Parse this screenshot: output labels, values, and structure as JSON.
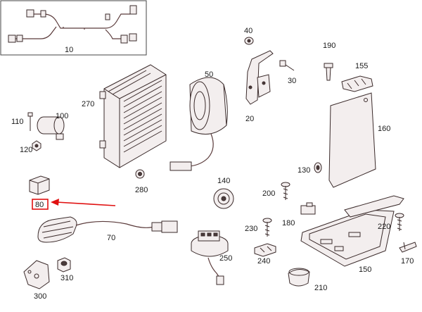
{
  "labels": {
    "p10": "10",
    "p20": "20",
    "p30": "30",
    "p40": "40",
    "p50": "50",
    "p70": "70",
    "p80": "80",
    "p100": "100",
    "p110": "110",
    "p120": "120",
    "p130": "130",
    "p140": "140",
    "p150": "150",
    "p155": "155",
    "p160": "160",
    "p170": "170",
    "p180": "180",
    "p190": "190",
    "p200": "200",
    "p210": "210",
    "p220": "220",
    "p230": "230",
    "p240": "240",
    "p250": "250",
    "p270": "270",
    "p280": "280",
    "p300": "300",
    "p310": "310"
  },
  "highlight": {
    "part": "80",
    "color": "#e01010"
  }
}
